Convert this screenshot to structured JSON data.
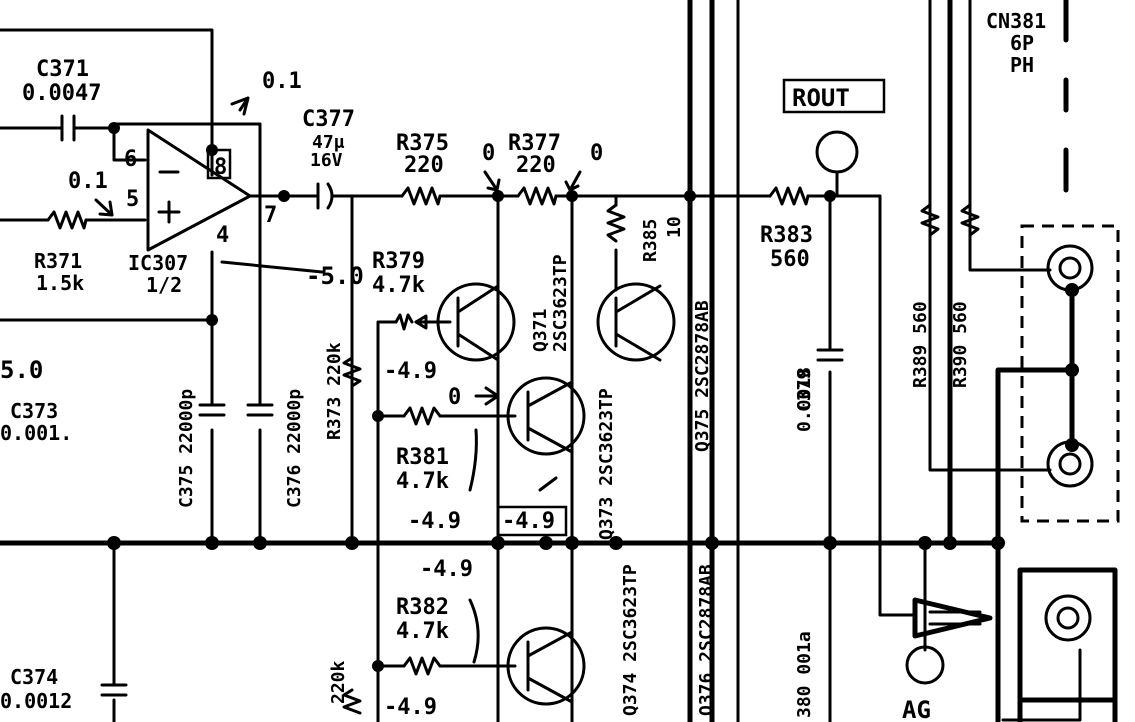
{
  "labels": {
    "c371": "C371",
    "c371_val": "0.0047",
    "v01_top": "0.1",
    "c377": "C377",
    "c377_val": "47μ",
    "c377_volt": "16V",
    "r375": "R375",
    "r375_val": "220",
    "v0_a": "0",
    "r377": "R377",
    "r377_val": "220",
    "v0_b": "0",
    "rout": "ROUT",
    "cn381": "CN381",
    "cn381_pins": "6P",
    "cn381_type": "PH",
    "pin6": "6",
    "pin8": "8",
    "pin5": "5",
    "pin7": "7",
    "pin4": "4",
    "v01_left": "0.1",
    "r371": "R371",
    "r371_val": "1.5k",
    "ic307": "IC307",
    "ic307_half": "1/2",
    "vneg50": "-5.0",
    "r379": "R379",
    "r379_val": "4.7k",
    "q371": "Q371",
    "q371_part": "2SC3623TP",
    "r385": "R385",
    "r385_val": "10",
    "q375_part": "Q375 2SC2878AB",
    "r383": "R383",
    "r383_val": "560",
    "r389": "R389 560",
    "r390": "R390 560",
    "v50_left": "5.0",
    "c373": "C373",
    "c373_val": "0.001.",
    "c375": "C375 22000p",
    "c376": "C376 22000p",
    "r373": "R373 220k",
    "vneg49_a": "-4.9",
    "v0_c": "0",
    "c379": "C379",
    "c379_val": "0.0018",
    "r381": "R381",
    "r381_val": "4.7k",
    "vneg49_b": "-4.9",
    "vneg49_c": "-4.9",
    "q373_part": "Q373 2SC3623TP",
    "vneg49_d": "-4.9",
    "r382": "R382",
    "r382_val": "4.7k",
    "q374_part": "Q374 2SC3623TP",
    "q376_part": "Q376 2SC2878AB",
    "r220k": "220k",
    "vneg49_e": "-4.9",
    "c374": "C374",
    "c374_val": "0.0012",
    "c380_frag": "380 001a",
    "ag": "AG"
  }
}
